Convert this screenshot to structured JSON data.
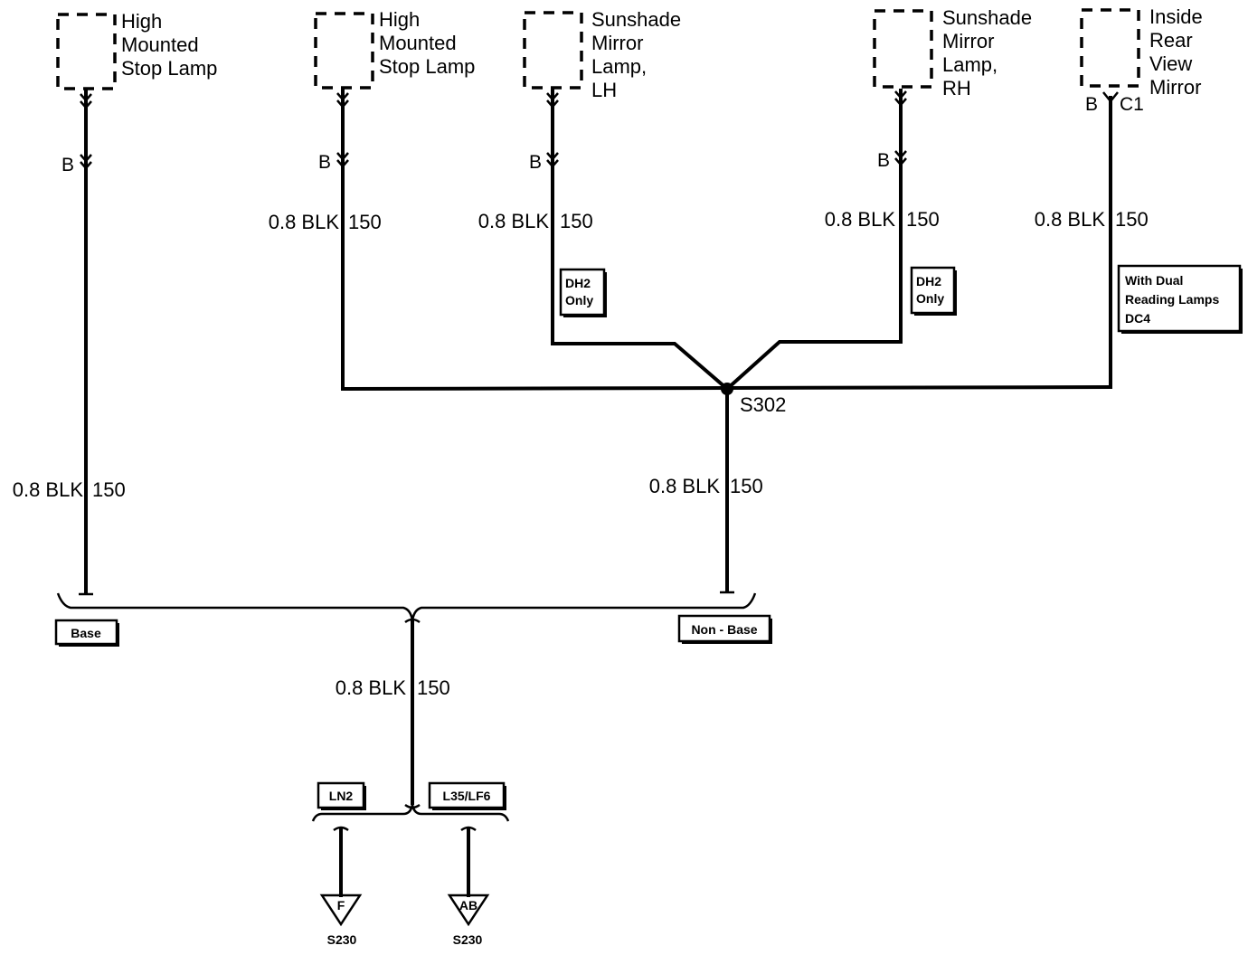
{
  "components": [
    {
      "id": "hmsl-1",
      "lines": [
        "High",
        "Mounted",
        "Stop Lamp"
      ],
      "pin": "B"
    },
    {
      "id": "hmsl-2",
      "lines": [
        "High",
        "Mounted",
        "Stop Lamp"
      ],
      "pin": "B"
    },
    {
      "id": "sunshade-lh",
      "lines": [
        "Sunshade",
        "Mirror",
        "Lamp,",
        "LH"
      ],
      "pin": "B"
    },
    {
      "id": "sunshade-rh",
      "lines": [
        "Sunshade",
        "Mirror",
        "Lamp,",
        "RH"
      ],
      "pin": "B"
    },
    {
      "id": "inside-rear",
      "lines": [
        "Inside",
        "Rear",
        "View",
        "Mirror"
      ],
      "pin": "B",
      "connector": "C1"
    }
  ],
  "wire_labels": {
    "w1": {
      "size_color": "0.8 BLK",
      "circuit": "150"
    },
    "w2": {
      "size_color": "0.8 BLK",
      "circuit": "150"
    },
    "w3": {
      "size_color": "0.8 BLK",
      "circuit": "150"
    },
    "w4": {
      "size_color": "0.8 BLK",
      "circuit": "150"
    },
    "w5": {
      "size_color": "0.8 BLK",
      "circuit": "150"
    },
    "w6": {
      "size_color": "0.8 BLK",
      "circuit": "150"
    },
    "w7": {
      "size_color": "0.8 BLK",
      "circuit": "150"
    }
  },
  "options": {
    "dh2_left": [
      "DH2",
      "Only"
    ],
    "dh2_right": [
      "DH2",
      "Only"
    ],
    "dual_reading": [
      "With Dual",
      "Reading Lamps",
      "DC4"
    ],
    "base": "Base",
    "non_base": "Non - Base",
    "ln2": "LN2",
    "l35": "L35/LF6"
  },
  "splice": "S302",
  "grounds": [
    {
      "letter": "F",
      "ref": "S230"
    },
    {
      "letter": "AB",
      "ref": "S230"
    }
  ]
}
